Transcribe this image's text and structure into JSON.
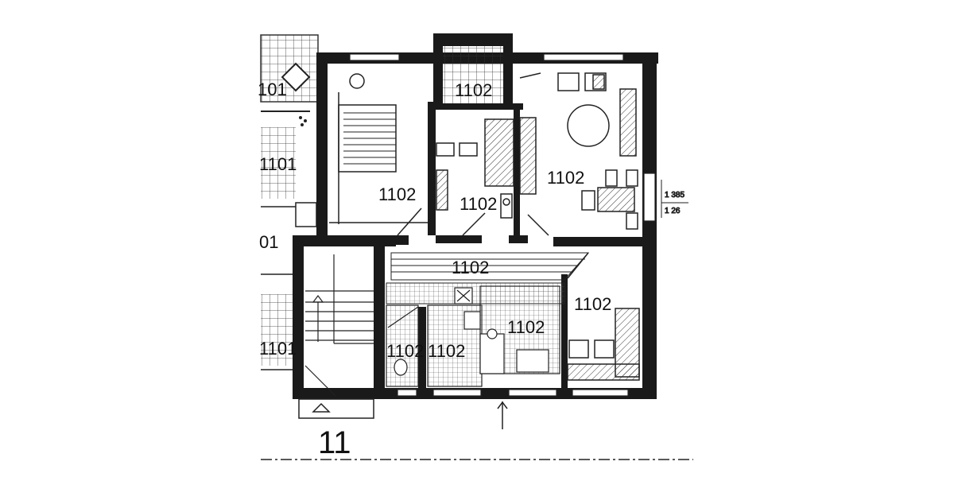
{
  "rooms": [
    {
      "id": "partial-top-left",
      "label": "101"
    },
    {
      "id": "partial-left-mid",
      "label": "1101"
    },
    {
      "id": "partial-left-low",
      "label": "01"
    },
    {
      "id": "partial-left-bottom",
      "label": "1101"
    },
    {
      "id": "balcony",
      "label": "1102"
    },
    {
      "id": "bedroom",
      "label": "1102"
    },
    {
      "id": "small-room",
      "label": "1102"
    },
    {
      "id": "living-room",
      "label": "1102"
    },
    {
      "id": "hallway",
      "label": "1102"
    },
    {
      "id": "wc",
      "label": "1102"
    },
    {
      "id": "storage",
      "label": "1102"
    },
    {
      "id": "bathroom",
      "label": "1102"
    },
    {
      "id": "kitchen",
      "label": "1102"
    }
  ],
  "level_mark": {
    "upper": "1 385",
    "lower": "1 26"
  },
  "stair_number": "11",
  "colors": {
    "wall": "#1a1a1a",
    "line": "#222222",
    "background": "#ffffff"
  }
}
